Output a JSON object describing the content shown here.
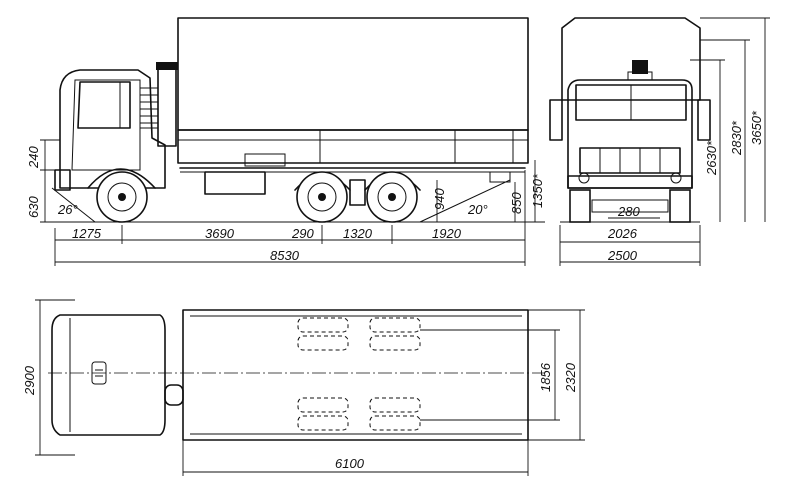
{
  "side_view": {
    "dims": {
      "cab_height": "240",
      "frame_height": "630",
      "approach_angle": "26°",
      "front_overhang": "1275",
      "wheelbase_1": "3690",
      "axle_gap_label": "290",
      "wheelbase_2": "1320",
      "rear_overhang": "1920",
      "total_length": "8530",
      "ground_clearance": "940",
      "departure_angle": "20°",
      "rear_height_1": "850",
      "rear_height_2": "1350*"
    }
  },
  "front_view": {
    "dims": {
      "under_axle": "280",
      "track": "2026",
      "overall_width": "2500",
      "height_1": "2630*",
      "height_2": "2830*",
      "height_3": "3650*"
    }
  },
  "top_view": {
    "dims": {
      "width": "2900",
      "platform_length": "6100",
      "inner_width": "1856",
      "platform_width": "2320"
    }
  }
}
